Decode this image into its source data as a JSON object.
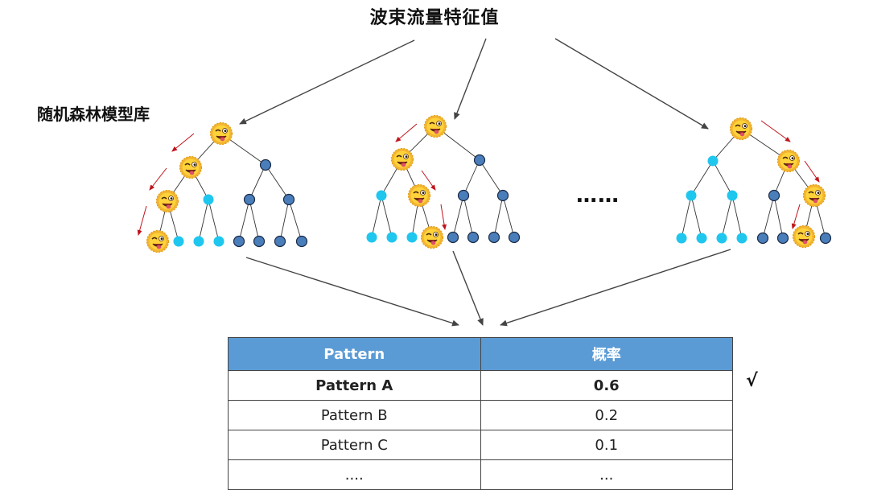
{
  "title": "波束流量特征值",
  "library_label": "随机森林模型库",
  "ellipsis": "……",
  "table": {
    "headers": [
      "Pattern",
      "概率"
    ],
    "rows": [
      {
        "pattern": "Pattern A",
        "prob": "0.6",
        "selected": true
      },
      {
        "pattern": "Pattern B",
        "prob": "0.2",
        "selected": false
      },
      {
        "pattern": "Pattern C",
        "prob": "0.1",
        "selected": false
      },
      {
        "pattern": "....",
        "prob": "...",
        "selected": false
      }
    ],
    "check_mark": "√"
  },
  "colors": {
    "header_bg": "#5b9bd5",
    "leaf_cyan": "#1fc6ee",
    "node_blue": "#4a7ebb",
    "path_arrow": "#c0141c",
    "arrow": "#444444",
    "emoji_face": "#ffd23a"
  },
  "icons": [
    "winking-tongue-emoji-icon"
  ]
}
